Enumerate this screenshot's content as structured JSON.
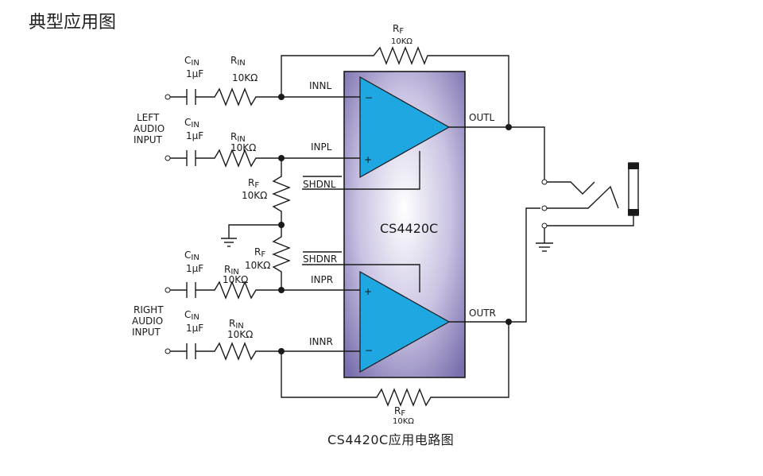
{
  "title": "典型应用图",
  "caption": "CS4420C应用电路图",
  "chip": {
    "name": "CS4420C",
    "fill_center": "#ffffff",
    "fill_edge": "#7a6fae",
    "amp_color": "#1ea7e1"
  },
  "pins": {
    "innl": "INNL",
    "inpl": "INPL",
    "shdnl": "SHDNL",
    "shdnr": "SHDNR",
    "inpr": "INPR",
    "innr": "INNR",
    "outl": "OUTL",
    "outr": "OUTR"
  },
  "signs": {
    "minus": "−",
    "plus": "+"
  },
  "inputs": {
    "left": [
      "LEFT",
      "AUDIO",
      "INPUT"
    ],
    "right": [
      "RIGHT",
      "AUDIO",
      "INPUT"
    ]
  },
  "components": {
    "cap_main": "C",
    "cap_sub": "IN",
    "cap_value": "1μF",
    "rin_main": "R",
    "rin_sub": "IN",
    "rin_value": "10KΩ",
    "rf_main": "R",
    "rf_sub": "F",
    "rf_value": "10KΩ"
  }
}
